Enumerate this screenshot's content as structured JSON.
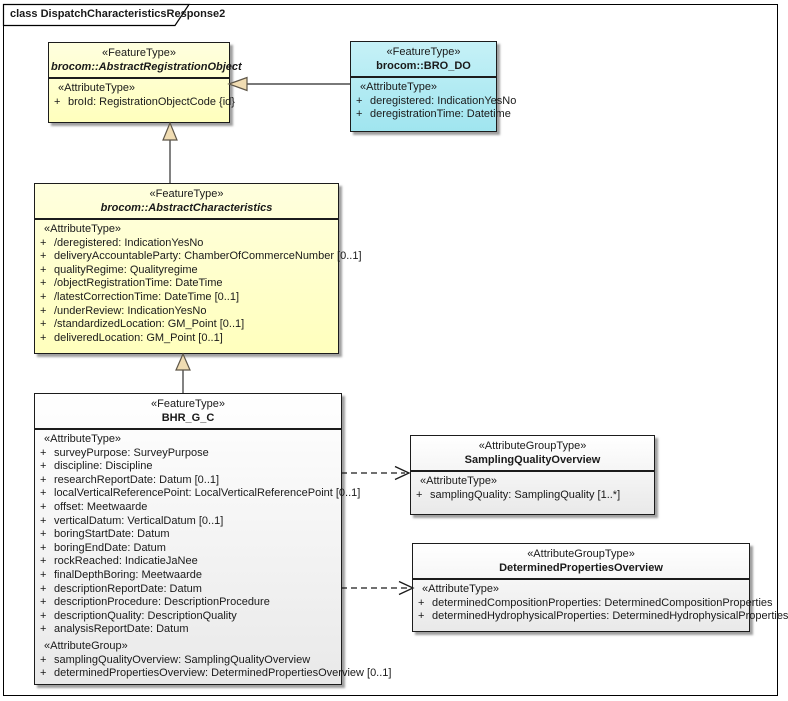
{
  "diagram": {
    "title": "class DispatchCharacteristicsResponse2"
  },
  "colors": {
    "abstract_fill": "#FFFFC8",
    "bro_do_fill": "#A9E8F1",
    "concrete_fill": "#F2F2F2",
    "generalization_arrow_fill": "#F0DCB2",
    "border": "#1C1C1C"
  },
  "classes": {
    "aro": {
      "stereotype": "«FeatureType»",
      "name": "brocom::AbstractRegistrationObject",
      "groups": [
        {
          "label": "«AttributeType»",
          "attributes": [
            {
              "vis": "+",
              "text": "broId: RegistrationObjectCode {id}"
            }
          ]
        }
      ]
    },
    "bro_do": {
      "stereotype": "«FeatureType»",
      "name": "brocom::BRO_DO",
      "groups": [
        {
          "label": "«AttributeType»",
          "attributes": [
            {
              "vis": "+",
              "text": "deregistered: IndicationYesNo"
            },
            {
              "vis": "+",
              "text": "deregistrationTime: Datetime"
            }
          ]
        }
      ]
    },
    "ac": {
      "stereotype": "«FeatureType»",
      "name": "brocom::AbstractCharacteristics",
      "groups": [
        {
          "label": "«AttributeType»",
          "attributes": [
            {
              "vis": "+",
              "text": "/deregistered: IndicationYesNo"
            },
            {
              "vis": "+",
              "text": "deliveryAccountableParty: ChamberOfCommerceNumber [0..1]"
            },
            {
              "vis": "+",
              "text": "qualityRegime: Qualityregime"
            },
            {
              "vis": "+",
              "text": "/objectRegistrationTime: DateTime"
            },
            {
              "vis": "+",
              "text": "/latestCorrectionTime: DateTime [0..1]"
            },
            {
              "vis": "+",
              "text": "/underReview: IndicationYesNo"
            },
            {
              "vis": "+",
              "text": "/standardizedLocation: GM_Point [0..1]"
            },
            {
              "vis": "+",
              "text": "deliveredLocation: GM_Point [0..1]"
            }
          ]
        }
      ]
    },
    "bhr": {
      "stereotype": "«FeatureType»",
      "name": "BHR_G_C",
      "groups": [
        {
          "label": "«AttributeType»",
          "attributes": [
            {
              "vis": "+",
              "text": "surveyPurpose: SurveyPurpose"
            },
            {
              "vis": "+",
              "text": "discipline: Discipline"
            },
            {
              "vis": "+",
              "text": "researchReportDate: Datum [0..1]"
            },
            {
              "vis": "+",
              "text": "localVerticalReferencePoint: LocalVerticalReferencePoint [0..1]"
            },
            {
              "vis": "+",
              "text": "offset: Meetwaarde"
            },
            {
              "vis": "+",
              "text": "verticalDatum: VerticalDatum [0..1]"
            },
            {
              "vis": "+",
              "text": "boringStartDate: Datum"
            },
            {
              "vis": "+",
              "text": "boringEndDate: Datum"
            },
            {
              "vis": "+",
              "text": "rockReached: IndicatieJaNee"
            },
            {
              "vis": "+",
              "text": "finalDepthBoring: Meetwaarde"
            },
            {
              "vis": "+",
              "text": "descriptionReportDate: Datum"
            },
            {
              "vis": "+",
              "text": "descriptionProcedure: DescriptionProcedure"
            },
            {
              "vis": "+",
              "text": "descriptionQuality: DescriptionQuality"
            },
            {
              "vis": "+",
              "text": "analysisReportDate: Datum"
            }
          ]
        },
        {
          "label": "«AttributeGroup»",
          "attributes": [
            {
              "vis": "+",
              "text": "samplingQualityOverview: SamplingQualityOverview"
            },
            {
              "vis": "+",
              "text": "determinedPropertiesOverview: DeterminedPropertiesOverview [0..1]"
            }
          ]
        }
      ]
    },
    "sqo": {
      "stereotype": "«AttributeGroupType»",
      "name": "SamplingQualityOverview",
      "groups": [
        {
          "label": "«AttributeType»",
          "attributes": [
            {
              "vis": "+",
              "text": "samplingQuality: SamplingQuality [1..*]"
            }
          ]
        }
      ]
    },
    "dpo": {
      "stereotype": "«AttributeGroupType»",
      "name": "DeterminedPropertiesOverview",
      "groups": [
        {
          "label": "«AttributeType»",
          "attributes": [
            {
              "vis": "+",
              "text": "determinedCompositionProperties: DeterminedCompositionProperties"
            },
            {
              "vis": "+",
              "text": "determinedHydrophysicalProperties: DeterminedHydrophysicalProperties"
            }
          ]
        }
      ]
    }
  },
  "relationships": [
    {
      "type": "generalization",
      "from": "brocom::BRO_DO",
      "to": "brocom::AbstractRegistrationObject"
    },
    {
      "type": "generalization",
      "from": "brocom::AbstractCharacteristics",
      "to": "brocom::AbstractRegistrationObject"
    },
    {
      "type": "generalization",
      "from": "BHR_G_C",
      "to": "brocom::AbstractCharacteristics"
    },
    {
      "type": "dependency",
      "from": "BHR_G_C",
      "to": "SamplingQualityOverview",
      "style": "dashed"
    },
    {
      "type": "dependency",
      "from": "BHR_G_C",
      "to": "DeterminedPropertiesOverview",
      "style": "dashed"
    }
  ]
}
